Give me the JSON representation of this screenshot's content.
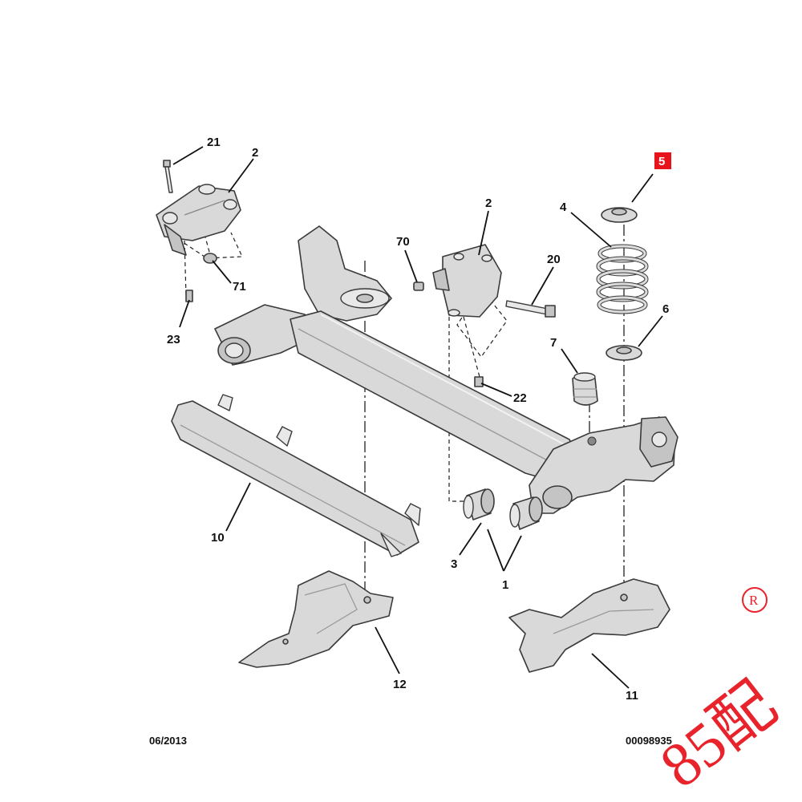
{
  "callouts": {
    "c21": "21",
    "c2a": "2",
    "c2b": "2",
    "c70": "70",
    "c20": "20",
    "c71": "71",
    "c23": "23",
    "c22": "22",
    "c7": "7",
    "c4": "4",
    "c5": "5",
    "c6": "6",
    "c10": "10",
    "c3": "3",
    "c1": "1",
    "c12": "12",
    "c11": "11"
  },
  "footer": {
    "date": "06/2013",
    "reference": "00098935"
  },
  "watermark": {
    "text": "85配",
    "registered_mark": "R"
  },
  "colors": {
    "highlight_box": "#e8141c",
    "watermark": "#e8232b",
    "part_fill": "#d9d9d9"
  }
}
